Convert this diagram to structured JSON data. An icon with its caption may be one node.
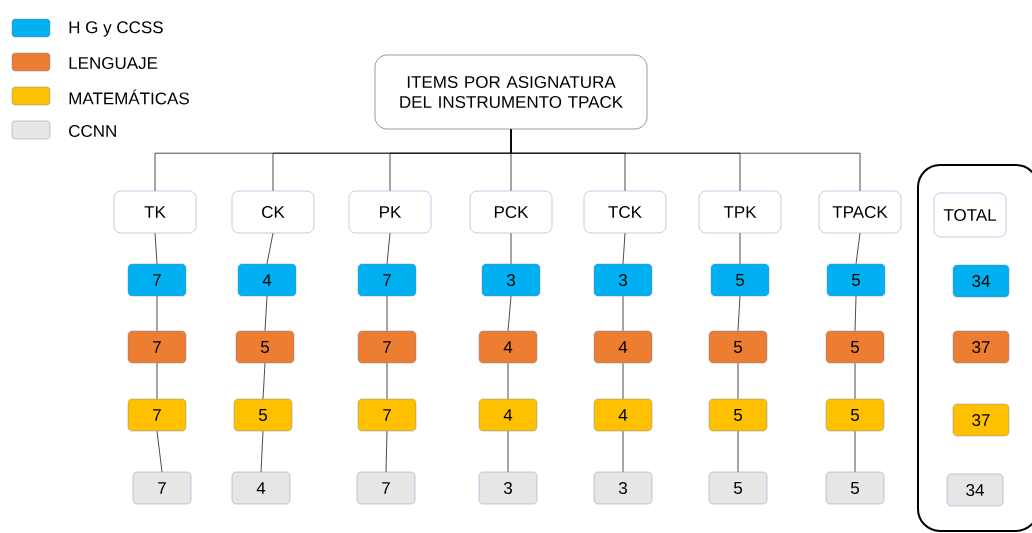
{
  "diagram": {
    "nodes": [
      {
        "text": [
          "ITEMS POR ASIGNATURA DEL INSTRUMENTO TPACK"
        ]
      },
      {
        "text": [
          "TK"
        ]
      },
      {
        "text": [
          "7"
        ]
      },
      {
        "text": [
          "7"
        ]
      },
      {
        "text": [
          "7"
        ]
      },
      {
        "text": [
          "7"
        ]
      },
      {
        "text": [
          "CK"
        ]
      },
      {
        "text": [
          "4"
        ]
      },
      {
        "text": [
          "5"
        ]
      },
      {
        "text": [
          "5"
        ]
      },
      {
        "text": [
          "4"
        ]
      },
      {
        "text": [
          "PK"
        ]
      },
      {
        "text": [
          "7"
        ]
      },
      {
        "text": [
          "7"
        ]
      },
      {
        "text": [
          "7"
        ]
      },
      {
        "text": [
          "7"
        ]
      },
      {
        "text": [
          "PCK"
        ]
      },
      {
        "text": [
          "3"
        ]
      },
      {
        "text": [
          "4"
        ]
      },
      {
        "text": [
          "4"
        ]
      },
      {
        "text": [
          "3"
        ]
      },
      {
        "text": [
          "TCK"
        ]
      },
      {
        "text": [
          "3"
        ]
      },
      {
        "text": [
          "4"
        ]
      },
      {
        "text": [
          "4"
        ]
      },
      {
        "text": [
          "3"
        ]
      },
      {
        "text": [
          "TPK"
        ]
      },
      {
        "text": [
          "5"
        ]
      },
      {
        "text": [
          "5"
        ]
      },
      {
        "text": [
          "5"
        ]
      },
      {
        "text": [
          "5"
        ]
      },
      {
        "text": [
          "TPACK"
        ]
      },
      {
        "text": [
          "5"
        ]
      },
      {
        "text": [
          "5"
        ]
      },
      {
        "text": [
          "5"
        ]
      },
      {
        "text": [
          "5"
        ]
      },
      {
        "text": [],
        "shape": "box"
      },
      {
        "text": [
          "TOTAL"
        ],
        "in": 36
      },
      {
        "text": [
          "34"
        ],
        "in": 36
      },
      {
        "text": [
          "37"
        ],
        "in": 36
      },
      {
        "text": [
          "37"
        ],
        "in": 36
      },
      {
        "text": [
          "34"
        ],
        "in": 36
      }
    ],
    "edges": [
      {
        "from": 0,
        "to": 1,
        "arrow": "none"
      },
      {
        "from": 0,
        "to": 6,
        "arrow": "none"
      },
      {
        "from": 0,
        "to": 11,
        "arrow": "none"
      },
      {
        "from": 0,
        "to": 16,
        "arrow": "none"
      },
      {
        "from": 0,
        "to": 21,
        "arrow": "none"
      },
      {
        "from": 0,
        "to": 26,
        "arrow": "none"
      },
      {
        "from": 0,
        "to": 31,
        "arrow": "none"
      },
      {
        "from": 1,
        "to": 2,
        "arrow": "none"
      },
      {
        "from": 2,
        "to": 3,
        "arrow": "none"
      },
      {
        "from": 3,
        "to": 4,
        "arrow": "none"
      },
      {
        "from": 4,
        "to": 5,
        "arrow": "none"
      },
      {
        "from": 6,
        "to": 7,
        "arrow": "none"
      },
      {
        "from": 7,
        "to": 8,
        "arrow": "none"
      },
      {
        "from": 8,
        "to": 9,
        "arrow": "none"
      },
      {
        "from": 9,
        "to": 10,
        "arrow": "none"
      },
      {
        "from": 11,
        "to": 12,
        "arrow": "none"
      },
      {
        "from": 12,
        "to": 13,
        "arrow": "none"
      },
      {
        "from": 13,
        "to": 14,
        "arrow": "none"
      },
      {
        "from": 14,
        "to": 15,
        "arrow": "none"
      },
      {
        "from": 16,
        "to": 17,
        "arrow": "none"
      },
      {
        "from": 17,
        "to": 18,
        "arrow": "none"
      },
      {
        "from": 18,
        "to": 19,
        "arrow": "none"
      },
      {
        "from": 19,
        "to": 20,
        "arrow": "none"
      },
      {
        "from": 21,
        "to": 22,
        "arrow": "none"
      },
      {
        "from": 22,
        "to": 23,
        "arrow": "none"
      },
      {
        "from": 23,
        "to": 24,
        "arrow": "none"
      },
      {
        "from": 24,
        "to": 25,
        "arrow": "none"
      },
      {
        "from": 26,
        "to": 27,
        "arrow": "none"
      },
      {
        "from": 27,
        "to": 28,
        "arrow": "none"
      },
      {
        "from": 28,
        "to": 29,
        "arrow": "none"
      },
      {
        "from": 29,
        "to": 30,
        "arrow": "none"
      },
      {
        "from": 31,
        "to": 32,
        "arrow": "none"
      },
      {
        "from": 32,
        "to": 33,
        "arrow": "none"
      },
      {
        "from": 33,
        "to": 34,
        "arrow": "none"
      },
      {
        "from": 34,
        "to": 35,
        "arrow": "none"
      }
    ],
    "legend": [
      {
        "text": "H G y CCSS",
        "color": "#00b0f0"
      },
      {
        "text": "LENGUAJE",
        "color": "#ed7d31"
      },
      {
        "text": "MATEMÁTICAS",
        "color": "#ffc000"
      },
      {
        "text": "CCNN",
        "color": "#e7e6e6"
      }
    ]
  }
}
